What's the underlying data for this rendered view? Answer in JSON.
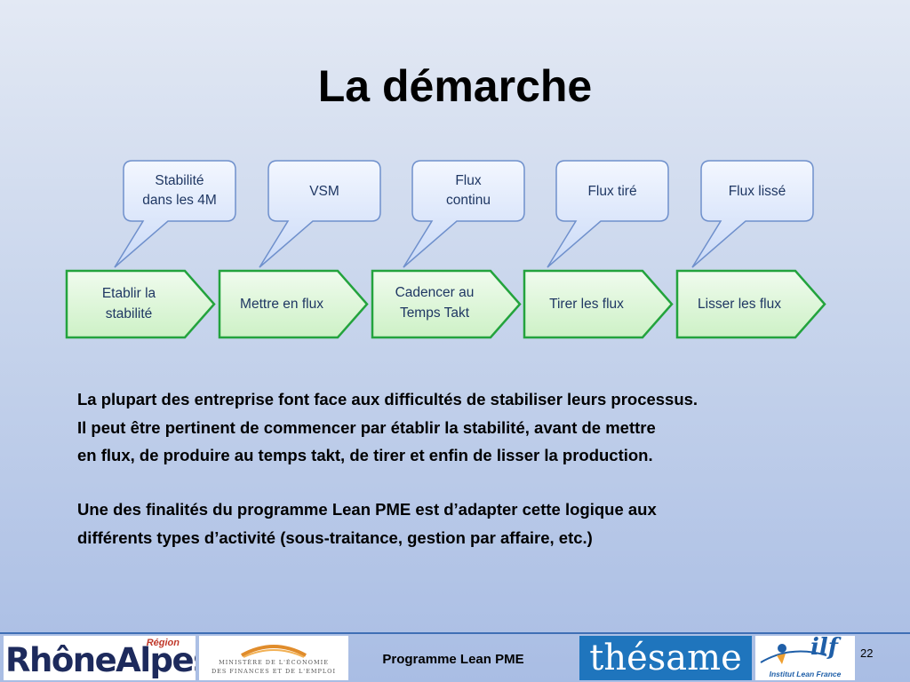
{
  "slide": {
    "title": "La démarche",
    "callouts": [
      {
        "line1": "Stabilité",
        "line2": "dans les 4M"
      },
      {
        "line1": "VSM",
        "line2": ""
      },
      {
        "line1": "Flux",
        "line2": "continu"
      },
      {
        "line1": "Flux tiré",
        "line2": ""
      },
      {
        "line1": "Flux lissé",
        "line2": ""
      }
    ],
    "steps": [
      {
        "line1": "Etablir la",
        "line2": "stabilité"
      },
      {
        "line1": "Mettre en flux",
        "line2": ""
      },
      {
        "line1": "Cadencer au",
        "line2": "Temps Takt"
      },
      {
        "line1": "Tirer les flux",
        "line2": ""
      },
      {
        "line1": "Lisser les flux",
        "line2": ""
      }
    ],
    "paragraph1": [
      "La plupart des entreprise font face aux difficultés de stabiliser leurs processus.",
      "Il peut être pertinent de commencer par établir la stabilité, avant de mettre",
      "en flux, de produire au temps takt, de tirer et enfin de lisser la production."
    ],
    "paragraph2": [
      "Une des finalités du programme Lean PME est d’adapter cette logique aux",
      "différents types d’activité (sous-traitance, gestion par affaire, etc.)"
    ]
  },
  "footer": {
    "logo_rhone_main": "RhôneAlpes",
    "logo_rhone_region": "Région",
    "logo_ministere_line1": "MINISTÈRE DE L'ÉCONOMIE",
    "logo_ministere_line2": "DES FINANCES ET DE L'EMPLOI",
    "label": "Programme Lean PME",
    "logo_thesame": "thésame",
    "logo_ilf_main": "ilf",
    "logo_ilf_sub": "Institut Lean France",
    "page_number": "22"
  },
  "colors": {
    "callout_fill": "#dbe6fb",
    "callout_stroke": "#6f90cc",
    "step_fill": "#dbf7d6",
    "step_stroke": "#23a33d",
    "footer_line": "#3f6fb5",
    "thesame_bg": "#1f75bd"
  }
}
